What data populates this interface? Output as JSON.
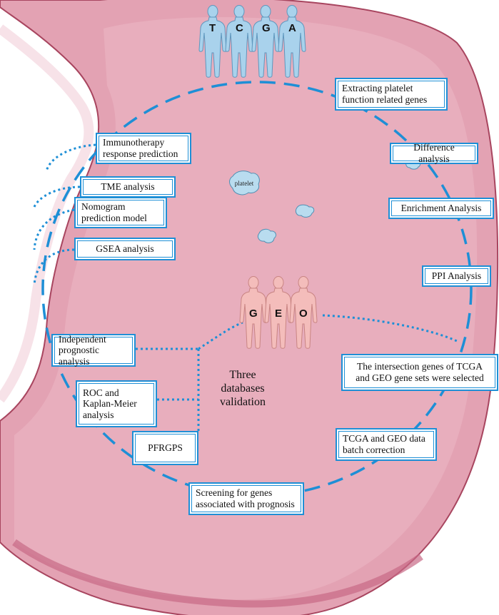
{
  "figure": {
    "top_db_letters": [
      "T",
      "C",
      "G",
      "A"
    ],
    "mid_db_letters": [
      "G",
      "E",
      "O"
    ],
    "platelet_label": "platelet",
    "center_label": [
      "Three",
      "databases",
      "validation"
    ],
    "boxes": {
      "extracting": [
        "Extracting  platelet",
        "function related genes"
      ],
      "difference": "Difference analysis",
      "enrichment": "Enrichment Analysis",
      "ppi": "PPI Analysis",
      "intersection": [
        "The intersection genes of TCGA",
        "and GEO gene sets were selected"
      ],
      "batch": [
        "TCGA and GEO data",
        "batch correction"
      ],
      "screening": [
        "Screening for genes",
        "associated with prognosis"
      ],
      "pfrgps": "PFRGPS",
      "roc": [
        "ROC and",
        "Kaplan-Meier",
        "analysis"
      ],
      "independent": [
        "Independent",
        "prognostic analysis"
      ],
      "gsea": "GSEA  analysis",
      "nomogram": [
        "Nomogram",
        "prediction model"
      ],
      "tme": "TME analysis",
      "immunotherapy": [
        "Immunotherapy",
        "response prediction"
      ]
    },
    "colors": {
      "stomach": "#e3a2b3",
      "stomach_inner": "#e8aebd",
      "stomach_outline": "#a8455f",
      "accent_line": "#1e8fd6",
      "tcga_people": "#a9d2ec",
      "geo_people": "#f4bdbb"
    }
  }
}
